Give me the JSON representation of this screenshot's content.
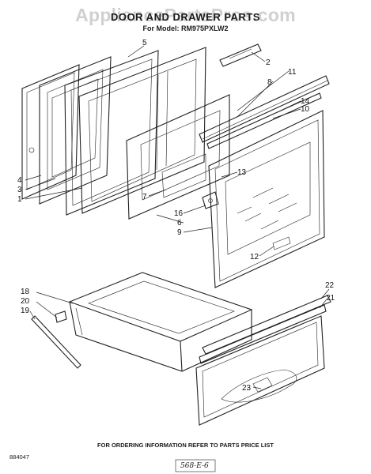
{
  "watermark": "AppliancePartsPros.com",
  "title": "DOOR AND DRAWER PARTS",
  "subtitle": "For Model: RM975PXLW2",
  "footer": "FOR ORDERING INFORMATION REFER TO PARTS PRICE LIST",
  "diagram_code": "884047",
  "revision_mark": "568-E-6",
  "callouts": {
    "c1": "1",
    "c2": "2",
    "c3": "3",
    "c4": "4",
    "c5": "5",
    "c6": "6",
    "c7": "7",
    "c8": "8",
    "c9": "9",
    "c10": "10",
    "c11": "11",
    "c12": "12",
    "c13": "13",
    "c14": "14",
    "c16": "16",
    "c18": "18",
    "c19": "19",
    "c20": "20",
    "c21": "21",
    "c22": "22",
    "c23": "23"
  }
}
